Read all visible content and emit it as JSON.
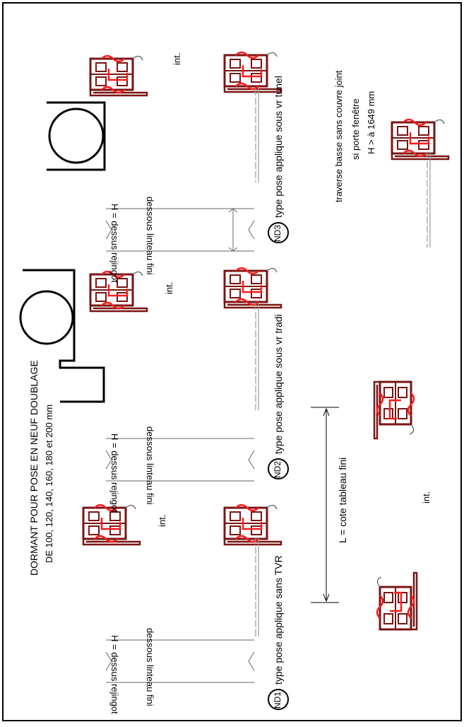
{
  "title": {
    "line1": "DORMANT POUR POSE EN NEUF DOUBLAGE",
    "line2": "DE 100, 120, 140, 160, 180 et 200 mm"
  },
  "labels": {
    "int": "int.",
    "h_dessus": "H = dessus rejingot",
    "dessous": "dessous linteau fini",
    "l_cote": "L = cote tableau fini"
  },
  "variants": [
    {
      "tag": "ND1",
      "caption": "type pose applique sans TVR"
    },
    {
      "tag": "ND2",
      "caption": "type pose applique sous vr tradi"
    },
    {
      "tag": "ND3",
      "caption": "type pose applique sous vr tunel"
    }
  ],
  "note": {
    "line1": "traverse basse sans couvre joint",
    "line2": "si porte fenêtre",
    "line3": "H > à 1649 mm"
  },
  "colors": {
    "profile": "#7a1414",
    "seal": "#ff1a1a",
    "line": "#000000",
    "glazing": "#9a9a9a"
  }
}
